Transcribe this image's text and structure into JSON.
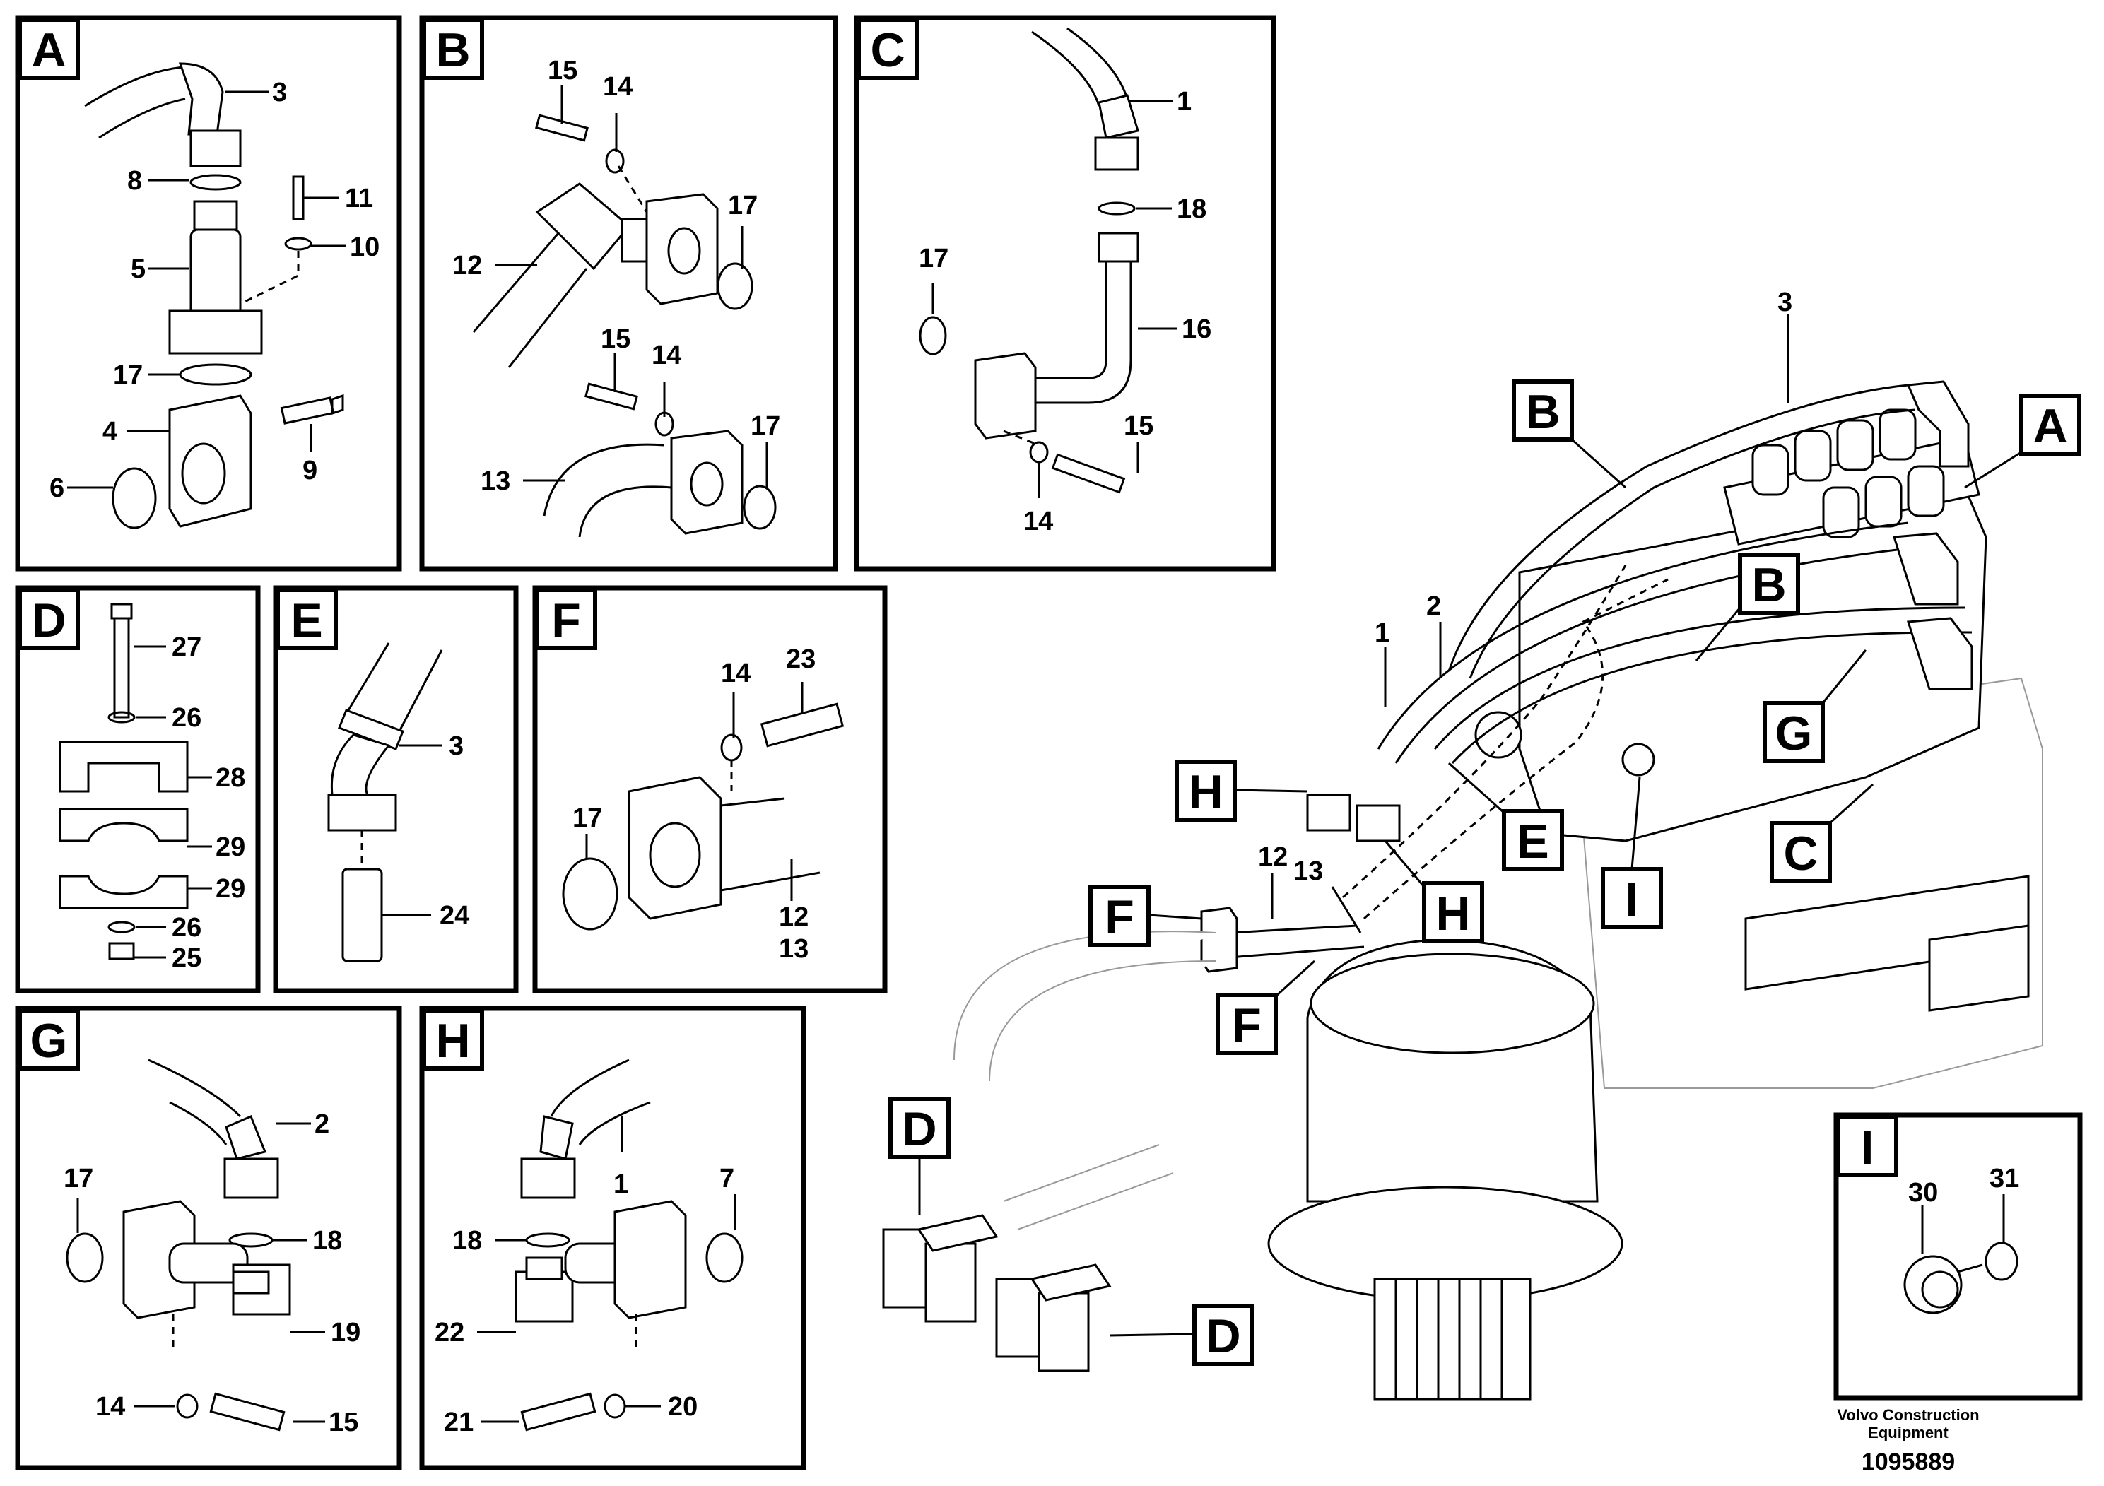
{
  "panels": [
    {
      "letter": "A",
      "parts": [
        "3",
        "8",
        "11",
        "10",
        "5",
        "17",
        "4",
        "9",
        "6"
      ]
    },
    {
      "letter": "B",
      "parts": [
        "15",
        "14",
        "17",
        "12",
        "15",
        "14",
        "17",
        "13"
      ]
    },
    {
      "letter": "C",
      "parts": [
        "1",
        "18",
        "17",
        "16",
        "15",
        "14"
      ]
    },
    {
      "letter": "D",
      "parts": [
        "27",
        "26",
        "28",
        "29",
        "29",
        "26",
        "25"
      ]
    },
    {
      "letter": "E",
      "parts": [
        "3",
        "24"
      ]
    },
    {
      "letter": "F",
      "parts": [
        "14",
        "23",
        "17",
        "12",
        "13"
      ]
    },
    {
      "letter": "G",
      "parts": [
        "2",
        "17",
        "18",
        "19",
        "14",
        "15"
      ]
    },
    {
      "letter": "H",
      "parts": [
        "1",
        "7",
        "18",
        "22",
        "21",
        "20"
      ]
    },
    {
      "letter": "I",
      "parts": [
        "30",
        "31"
      ]
    }
  ],
  "main_view": {
    "callouts": [
      "B",
      "A",
      "B",
      "G",
      "C",
      "E",
      "H",
      "H",
      "I",
      "F",
      "F",
      "D",
      "D"
    ],
    "part_labels": [
      "3",
      "1",
      "2",
      "12",
      "13"
    ]
  },
  "footer": {
    "maker_line1": "Volvo Construction",
    "maker_line2": "Equipment",
    "doc_number": "1095889"
  }
}
